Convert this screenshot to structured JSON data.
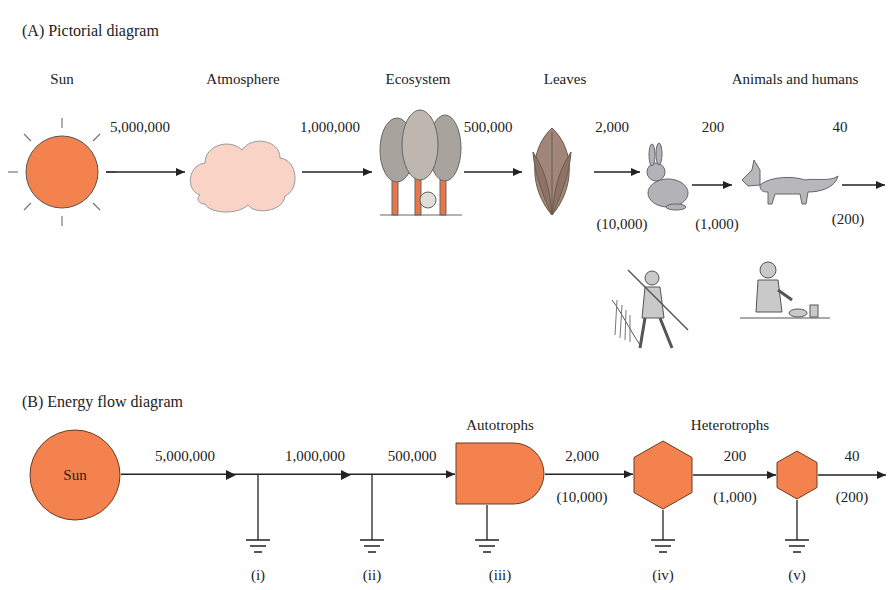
{
  "diagram": {
    "nodes": [
      {
        "text": [
          "Sun"
        ]
      },
      {
        "text": [
          "Autotrophs",
          "(iii)"
        ]
      },
      {
        "text": [
          "(iv)"
        ]
      },
      {
        "text": [
          "(v)"
        ]
      }
    ],
    "edges": [
      {
        "from": 0,
        "to": 1,
        "arrow": "to"
      },
      {
        "from": 1,
        "to": 2,
        "arrow": "to"
      },
      {
        "from": 2,
        "to": 3,
        "arrow": "to"
      }
    ],
    "labels": [
      "(A) Pictorial diagram",
      "Sun",
      "Atmosphere",
      "Ecosystem",
      "Leaves",
      "Animals and humans",
      "5,000,000",
      "1,000,000",
      "500,000",
      "2,000",
      "200",
      "40",
      "(10,000)",
      "(1,000)",
      "(200)",
      "(B) Energy flow diagram",
      "5,000,000",
      "1,000,000",
      "500,000",
      "2,000",
      "(10,000)",
      "200",
      "(1,000)",
      "40",
      "(200)",
      "Heterotrophs",
      "(i)",
      "(ii)"
    ]
  }
}
